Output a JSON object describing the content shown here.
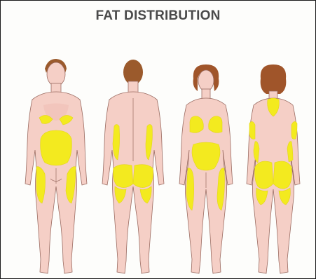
{
  "title": "FAT DISTRIBUTION",
  "figures": [
    {
      "id": "male-front",
      "hair": "hair-male"
    },
    {
      "id": "male-back",
      "hair": "hair-male"
    },
    {
      "id": "female-front",
      "hair": "hair-female"
    },
    {
      "id": "female-back",
      "hair": "hair-female"
    }
  ],
  "colors": {
    "skin": "#f5cfc6",
    "fat": "#f3ea1f",
    "outline": "#9a6b61",
    "title": "#4a4a4a"
  }
}
